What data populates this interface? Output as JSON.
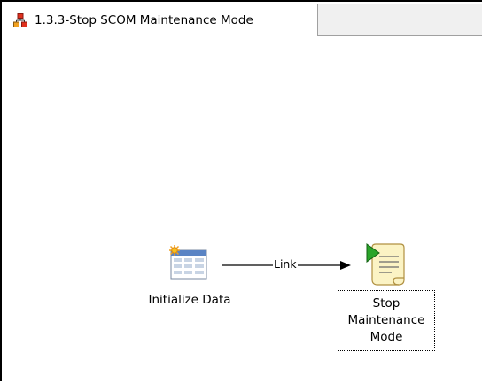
{
  "tab": {
    "title": "1.3.3-Stop SCOM Maintenance Mode",
    "icon": "runbook-icon"
  },
  "activities": {
    "initialize": {
      "label": "Initialize Data",
      "icon": "table-sun-icon"
    },
    "stop": {
      "label_line1": "Stop",
      "label_line2": "Maintenance",
      "label_line3": "Mode",
      "icon": "script-scroll-play-icon"
    }
  },
  "link": {
    "label": "Link"
  },
  "colors": {
    "tab_strip_bg": "#f0f0f0",
    "canvas_bg": "#ffffff",
    "icon_red": "#e0301e",
    "icon_orange": "#f0a020",
    "play_green": "#2aa52a",
    "scroll_cream": "#fbf3c4"
  }
}
